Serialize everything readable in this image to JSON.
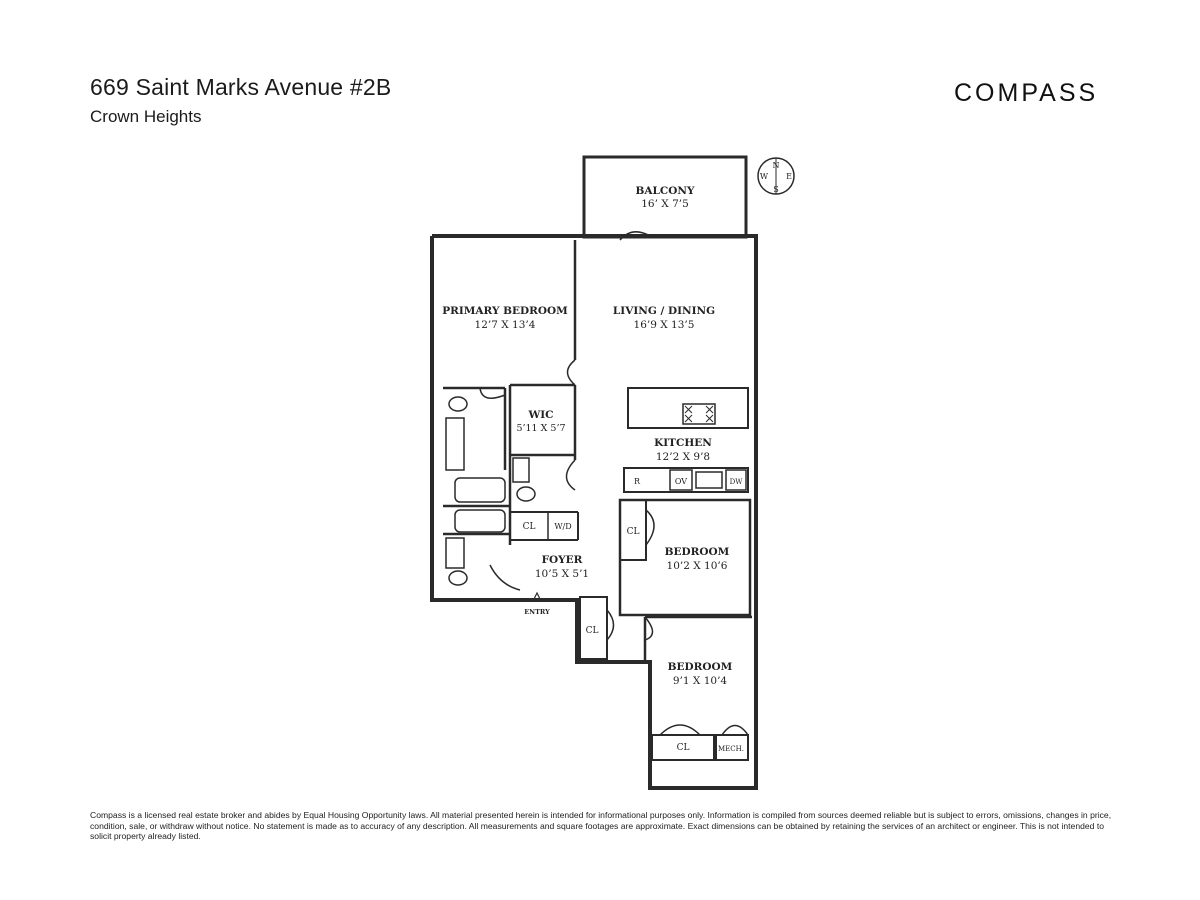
{
  "header": {
    "address": "669 Saint Marks Avenue #2B",
    "neighborhood": "Crown Heights",
    "brand": "COMPASS"
  },
  "compass_rose": {
    "n": "N",
    "s": "S",
    "e": "E",
    "w": "W"
  },
  "rooms": {
    "balcony": {
      "label": "BALCONY",
      "dims": "16’ X 7’5"
    },
    "primary_bedroom": {
      "label": "PRIMARY BEDROOM",
      "dims": "12’7 X 13’4"
    },
    "living_dining": {
      "label": "LIVING / DINING",
      "dims": "16’9 X 13’5"
    },
    "wic": {
      "label": "WIC",
      "dims": "5’11 X 5’7"
    },
    "kitchen": {
      "label": "KITCHEN",
      "dims": "12’2 X 9’8"
    },
    "foyer": {
      "label": "FOYER",
      "dims": "10’5 X 5’1"
    },
    "bedroom_1": {
      "label": "BEDROOM",
      "dims": "10’2 X 10’6"
    },
    "bedroom_2": {
      "label": "BEDROOM",
      "dims": "9’1 X 10’4"
    }
  },
  "fixtures": {
    "refrigerator": "R",
    "oven": "OV",
    "dishwasher": "DW",
    "washer_dryer": "W/D",
    "closet_foyer": "CL",
    "closet_entry": "CL",
    "closet_bedroom_1": "CL",
    "closet_bedroom_2": "CL",
    "mech": "MECH.",
    "entry": "ENTRY"
  },
  "disclaimer": "Compass is a licensed real estate broker and abides by Equal Housing Opportunity laws. All material presented herein is intended for informational purposes only. Information is compiled from sources deemed reliable but is subject to errors, omissions, changes in price, condition, sale, or withdraw without notice. No statement is made as to accuracy of any description. All measurements and square footages are approximate. Exact dimensions can be obtained by retaining the services of an architect or engineer. This is not intended to solicit property already listed."
}
